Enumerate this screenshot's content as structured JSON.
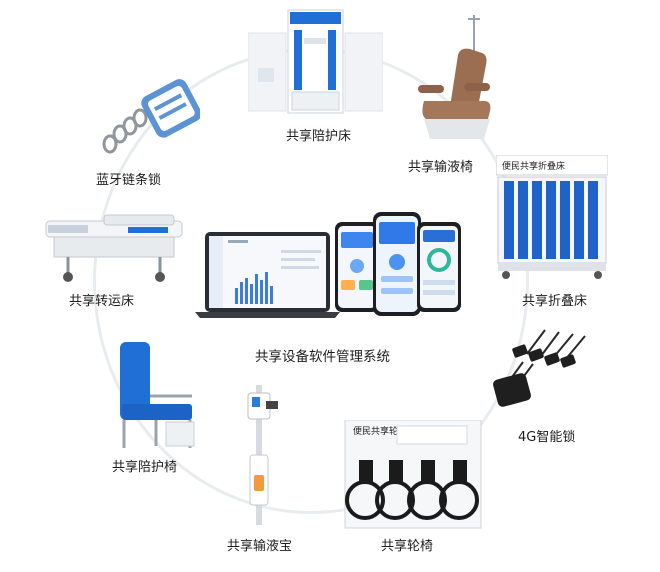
{
  "center": {
    "title": "共享设备软件管理系统"
  },
  "nodes": [
    {
      "id": "escort-bed",
      "label": "共享陪护床",
      "icon": "folding-cabinet-bed-icon"
    },
    {
      "id": "infusion-chair",
      "label": "共享输液椅",
      "icon": "recliner-chair-icon"
    },
    {
      "id": "folding-bed",
      "label": "共享折叠床",
      "icon": "folding-bed-rack-icon"
    },
    {
      "id": "smart-lock",
      "label": "4G智能锁",
      "icon": "smart-lock-icon"
    },
    {
      "id": "wheelchair",
      "label": "共享轮椅",
      "icon": "wheelchair-rack-icon"
    },
    {
      "id": "infusion-helper",
      "label": "共享输液宝",
      "icon": "iv-pole-icon"
    },
    {
      "id": "escort-chair",
      "label": "共享陪护椅",
      "icon": "escort-chair-icon"
    },
    {
      "id": "transfer-bed",
      "label": "共享转运床",
      "icon": "stretcher-icon"
    },
    {
      "id": "bt-lock",
      "label": "蓝牙链条锁",
      "icon": "bluetooth-chain-lock-icon"
    }
  ],
  "device_signs": {
    "folding_bed_sign": "便民共享折叠床",
    "wheelchair_sign": "便民共享轮椅"
  },
  "colors": {
    "accent_blue": "#1f6fd6",
    "ring": "#e9ecef",
    "text": "#1d1d1d"
  }
}
